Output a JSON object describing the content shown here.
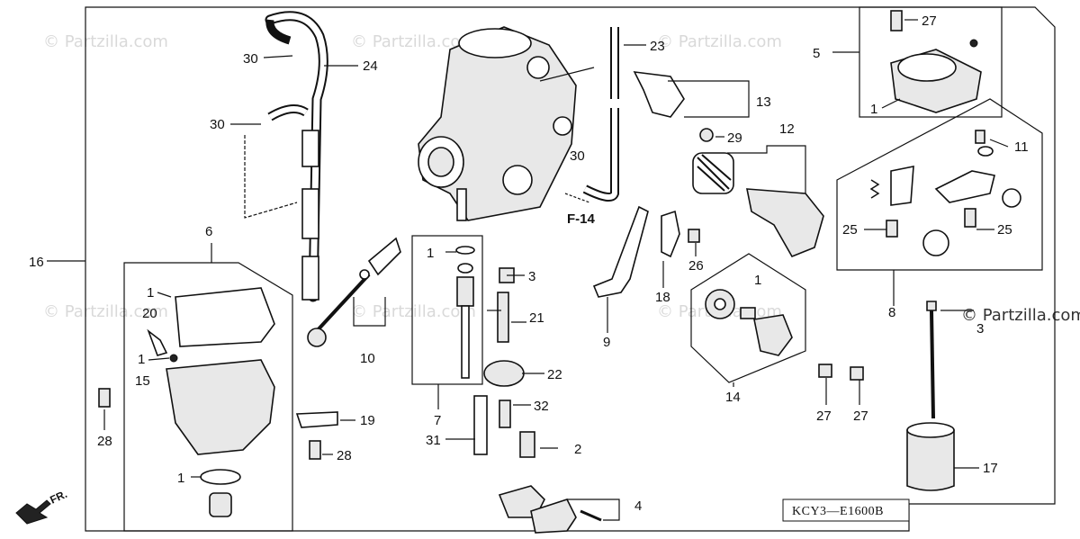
{
  "diagram_code": "KCY3—E1600B",
  "section_reference": "F-14",
  "direction_label": "FR.",
  "watermark_corner": "© Partzilla.com",
  "watermark_repeat": "© Partzilla.com",
  "callouts": {
    "c1_top_right": "1",
    "c1_float_bowl": "1",
    "c1_gasket": "1",
    "c1_oring": "1",
    "c1_needle_top": "1",
    "c1_pump": "1",
    "c2": "2",
    "c3_a": "3",
    "c3_b": "3",
    "c4": "4",
    "c5": "5",
    "c6": "6",
    "c7": "7",
    "c8": "8",
    "c9": "9",
    "c10": "10",
    "c11": "11",
    "c12": "12",
    "c13": "13",
    "c14": "14",
    "c15": "15",
    "c16": "16",
    "c17": "17",
    "c18": "18",
    "c19": "19",
    "c20": "20",
    "c21": "21",
    "c22": "22",
    "c23": "23",
    "c24": "24",
    "c25_left": "25",
    "c25_right": "25",
    "c26": "26",
    "c27_top": "27",
    "c27_a": "27",
    "c27_b": "27",
    "c28_a": "28",
    "c28_b": "28",
    "c29": "29",
    "c30_a": "30",
    "c30_b": "30",
    "c30_c": "30",
    "c31": "31",
    "c32": "32"
  }
}
